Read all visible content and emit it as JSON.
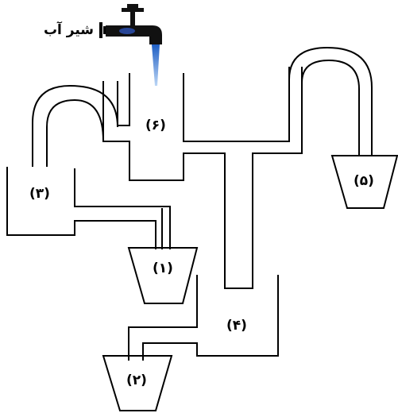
{
  "faucet": {
    "label": "شیر آب"
  },
  "containers": [
    {
      "id": "1",
      "label": "(۱)"
    },
    {
      "id": "2",
      "label": "(۲)"
    },
    {
      "id": "3",
      "label": "(۳)"
    },
    {
      "id": "4",
      "label": "(۴)"
    },
    {
      "id": "5",
      "label": "(۵)"
    },
    {
      "id": "6",
      "label": "(۶)"
    }
  ],
  "colors": {
    "water": "#3a7bd5",
    "faucet_body": "#111111",
    "lines": "#000000"
  }
}
